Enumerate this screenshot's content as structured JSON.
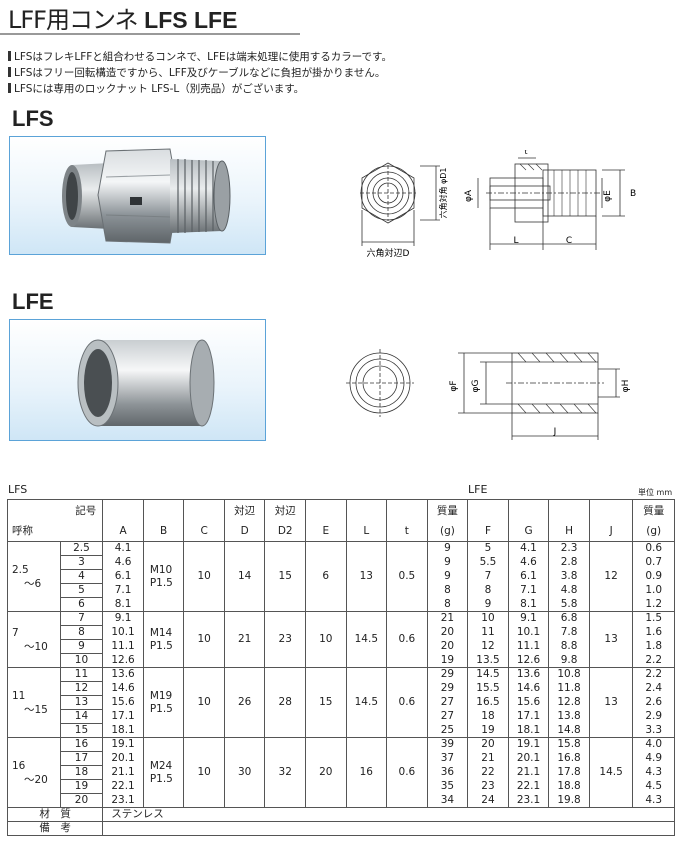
{
  "title": {
    "main": "LFF用コンネ",
    "models": "LFS LFE"
  },
  "bullets": [
    "LFSはフレキLFFと組合わせるコンネで、LFEは端末処理に使用するカラーです。",
    "LFSはフリー回転構造ですから、LFF及びケーブルなどに負担が掛かりません。",
    "LFSには専用のロックナット LFS-L（別売品）がございます。"
  ],
  "sections": {
    "lfs": "LFS",
    "lfe": "LFE"
  },
  "drawing_labels": {
    "lfs": {
      "hex": "六角対辺D",
      "hex_diag": "六角対角 φD1",
      "t": "t",
      "a": "φA",
      "e": "φE",
      "b": "B",
      "l": "L",
      "c": "C"
    },
    "lfe": {
      "f": "φF",
      "g": "φG",
      "h": "φH",
      "j": "J"
    }
  },
  "table": {
    "left_label": "LFS",
    "right_label": "LFE",
    "unit": "単位 mm",
    "hdr_kigo": "記号",
    "hdr_nominal": "呼称",
    "hdr_taihen": "対辺",
    "hdr_weight": "質量",
    "hdr_g": "(g)",
    "cols": [
      "A",
      "B",
      "C",
      "D",
      "D2",
      "E",
      "L",
      "t",
      "F",
      "G",
      "H",
      "J"
    ],
    "groups": [
      {
        "nominal_a": "2.5",
        "nominal_b": "～6",
        "b1": "M10",
        "b2": "P1.5",
        "c": "10",
        "d": "14",
        "d2": "15",
        "e": "6",
        "l": "13",
        "t": "0.5",
        "j": "12",
        "rows": [
          {
            "size": "2.5",
            "a": "4.1",
            "w1": "9",
            "f": "5",
            "g": "4.1",
            "h": "2.3",
            "w2": "0.6"
          },
          {
            "size": "3",
            "a": "4.6",
            "w1": "9",
            "f": "5.5",
            "g": "4.6",
            "h": "2.8",
            "w2": "0.7"
          },
          {
            "size": "4",
            "a": "6.1",
            "w1": "9",
            "f": "7",
            "g": "6.1",
            "h": "3.8",
            "w2": "0.9"
          },
          {
            "size": "5",
            "a": "7.1",
            "w1": "8",
            "f": "8",
            "g": "7.1",
            "h": "4.8",
            "w2": "1.0"
          },
          {
            "size": "6",
            "a": "8.1",
            "w1": "8",
            "f": "9",
            "g": "8.1",
            "h": "5.8",
            "w2": "1.2"
          }
        ]
      },
      {
        "nominal_a": "7",
        "nominal_b": "～10",
        "b1": "M14",
        "b2": "P1.5",
        "c": "10",
        "d": "21",
        "d2": "23",
        "e": "10",
        "l": "14.5",
        "t": "0.6",
        "j": "13",
        "rows": [
          {
            "size": "7",
            "a": "9.1",
            "w1": "21",
            "f": "10",
            "g": "9.1",
            "h": "6.8",
            "w2": "1.5"
          },
          {
            "size": "8",
            "a": "10.1",
            "w1": "20",
            "f": "11",
            "g": "10.1",
            "h": "7.8",
            "w2": "1.6"
          },
          {
            "size": "9",
            "a": "11.1",
            "w1": "20",
            "f": "12",
            "g": "11.1",
            "h": "8.8",
            "w2": "1.8"
          },
          {
            "size": "10",
            "a": "12.6",
            "w1": "19",
            "f": "13.5",
            "g": "12.6",
            "h": "9.8",
            "w2": "2.2"
          }
        ]
      },
      {
        "nominal_a": "11",
        "nominal_b": "～15",
        "b1": "M19",
        "b2": "P1.5",
        "c": "10",
        "d": "26",
        "d2": "28",
        "e": "15",
        "l": "14.5",
        "t": "0.6",
        "j": "13",
        "rows": [
          {
            "size": "11",
            "a": "13.6",
            "w1": "29",
            "f": "14.5",
            "g": "13.6",
            "h": "10.8",
            "w2": "2.2"
          },
          {
            "size": "12",
            "a": "14.6",
            "w1": "29",
            "f": "15.5",
            "g": "14.6",
            "h": "11.8",
            "w2": "2.4"
          },
          {
            "size": "13",
            "a": "15.6",
            "w1": "27",
            "f": "16.5",
            "g": "15.6",
            "h": "12.8",
            "w2": "2.6"
          },
          {
            "size": "14",
            "a": "17.1",
            "w1": "27",
            "f": "18",
            "g": "17.1",
            "h": "13.8",
            "w2": "2.9"
          },
          {
            "size": "15",
            "a": "18.1",
            "w1": "25",
            "f": "19",
            "g": "18.1",
            "h": "14.8",
            "w2": "3.3"
          }
        ]
      },
      {
        "nominal_a": "16",
        "nominal_b": "～20",
        "b1": "M24",
        "b2": "P1.5",
        "c": "10",
        "d": "30",
        "d2": "32",
        "e": "20",
        "l": "16",
        "t": "0.6",
        "j": "14.5",
        "rows": [
          {
            "size": "16",
            "a": "19.1",
            "w1": "39",
            "f": "20",
            "g": "19.1",
            "h": "15.8",
            "w2": "4.0"
          },
          {
            "size": "17",
            "a": "20.1",
            "w1": "37",
            "f": "21",
            "g": "20.1",
            "h": "16.8",
            "w2": "4.9"
          },
          {
            "size": "18",
            "a": "21.1",
            "w1": "36",
            "f": "22",
            "g": "21.1",
            "h": "17.8",
            "w2": "4.3"
          },
          {
            "size": "19",
            "a": "22.1",
            "w1": "35",
            "f": "23",
            "g": "22.1",
            "h": "18.8",
            "w2": "4.5"
          },
          {
            "size": "20",
            "a": "23.1",
            "w1": "34",
            "f": "24",
            "g": "23.1",
            "h": "19.8",
            "w2": "4.3"
          }
        ]
      }
    ],
    "material_label": "材　質",
    "material_value": "ステンレス",
    "notes_label": "備　考"
  }
}
